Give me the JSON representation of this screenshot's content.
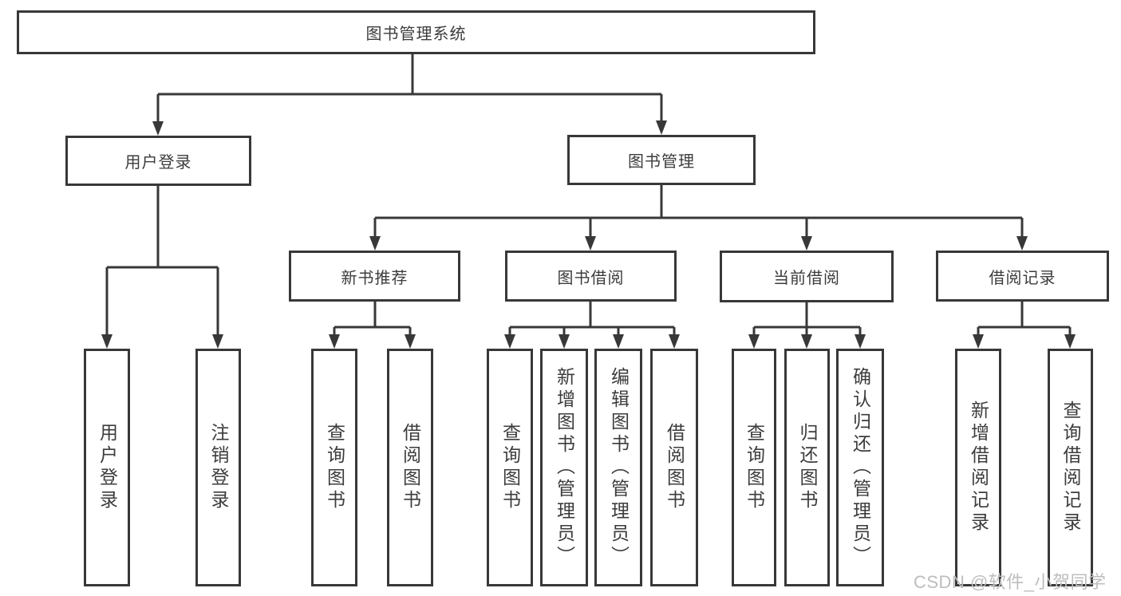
{
  "page": {
    "background_color": "#ffffff",
    "line_color": "#383838",
    "box_border_color": "#383838",
    "text_color": "#3c3c3c",
    "watermark_color": "#bdbdbd"
  },
  "nodes": {
    "root": "图书管理系统",
    "user_login": "用户登录",
    "book_mgmt": "图书管理",
    "new_book_rec": "新书推荐",
    "book_borrow": "图书借阅",
    "current_borrow": "当前借阅",
    "borrow_records": "借阅记录",
    "leaves": {
      "user_login_leaf": "用户登录",
      "logout": "注销登录",
      "rec_query_book": "查询图书",
      "rec_borrow_book": "借阅图书",
      "bb_query_book": "查询图书",
      "bb_add_book": "新增图书（管理员）",
      "bb_edit_book": "编辑图书（管理员）",
      "bb_borrow_book": "借阅图书",
      "cb_query_book": "查询图书",
      "cb_return_book": "归还图书",
      "cb_confirm_return": "确认归还（管理员）",
      "br_add_record": "新增借阅记录",
      "br_query_record": "查询借阅记录"
    }
  },
  "watermark": "CSDN @软件_小贺同学"
}
